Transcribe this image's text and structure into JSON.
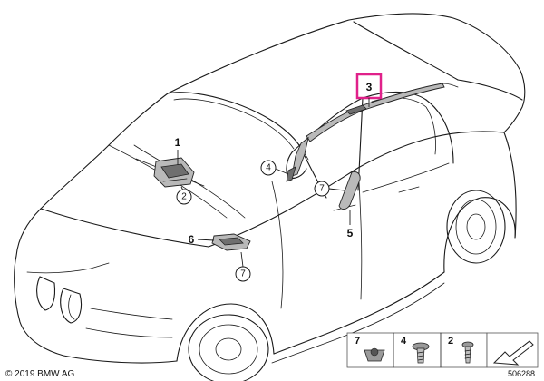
{
  "callouts": {
    "c1": "1",
    "c2": "2",
    "c3": "3",
    "c4": "4",
    "c5": "5",
    "c6": "6",
    "c7a": "7",
    "c7b": "7"
  },
  "legend": {
    "item7": "7",
    "item4": "4",
    "item2": "2"
  },
  "footer": {
    "copyright": "© 2019 BMW AG",
    "image_number": "506288"
  },
  "colors": {
    "highlight": "#e0218a"
  }
}
